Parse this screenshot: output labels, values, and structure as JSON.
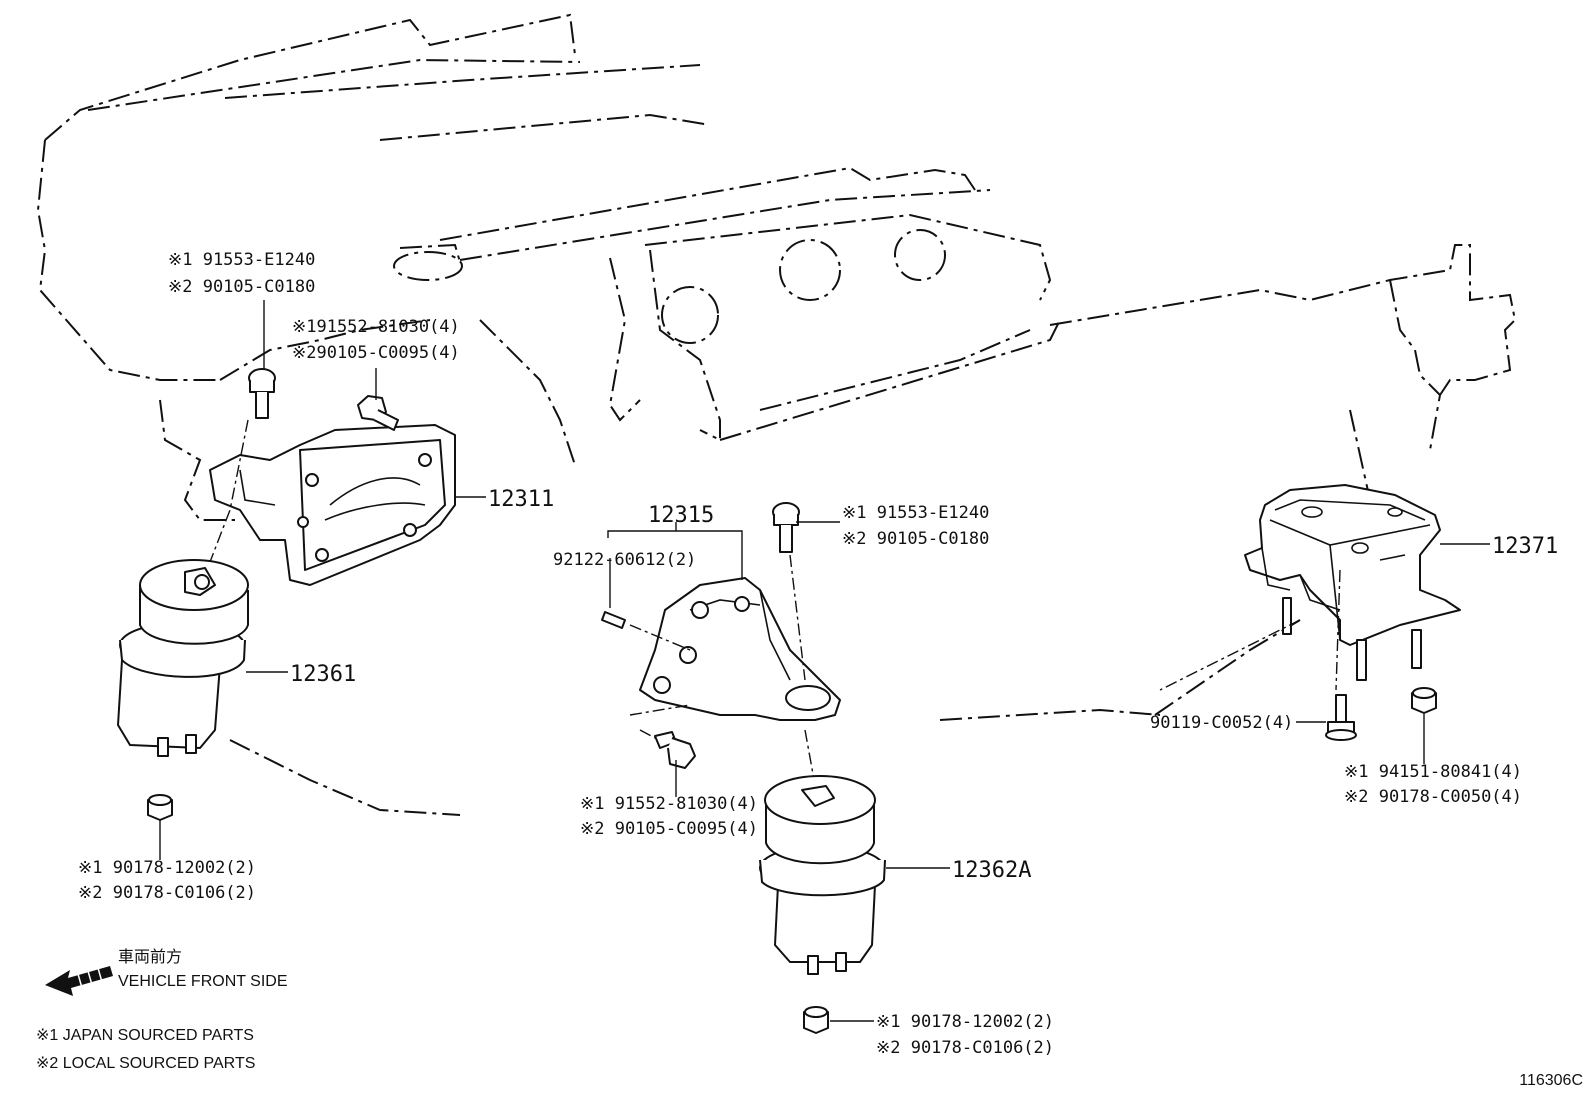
{
  "callouts": {
    "bolt_left_1": "※1  91553-E1240",
    "bolt_left_2": "※2  90105-C0180",
    "bolt_bracket_1": "※191552-81030(4)",
    "bolt_bracket_2": "※290105-C0095(4)",
    "bracket_left": "12311",
    "mount_left": "12361",
    "nut_left_1": "※1 90178-12002(2)",
    "nut_left_2": "※2 90178-C0106(2)",
    "bracket_center": "12315",
    "stud_center": "92122-60612(2)",
    "bolt_center_top_1": "※1  91553-E1240",
    "bolt_center_top_2": "※2  90105-C0180",
    "bolt_center_low_1": "※1 91552-81030(4)",
    "bolt_center_low_2": "※2 90105-C0095(4)",
    "mount_center": "12362A",
    "nut_center_1": "※1  90178-12002(2)",
    "nut_center_2": "※2  90178-C0106(2)",
    "mount_rear": "12371",
    "bolt_rear": "90119-C0052(4)",
    "nut_rear_1": "※1 94151-80841(4)",
    "nut_rear_2": "※2 90178-C0050(4)"
  },
  "direction": {
    "jp": "車両前方",
    "en": "VEHICLE FRONT SIDE"
  },
  "legend": {
    "note1": "※1 JAPAN SOURCED PARTS",
    "note2": "※2 LOCAL SOURCED PARTS"
  },
  "figure_id": "116306C"
}
